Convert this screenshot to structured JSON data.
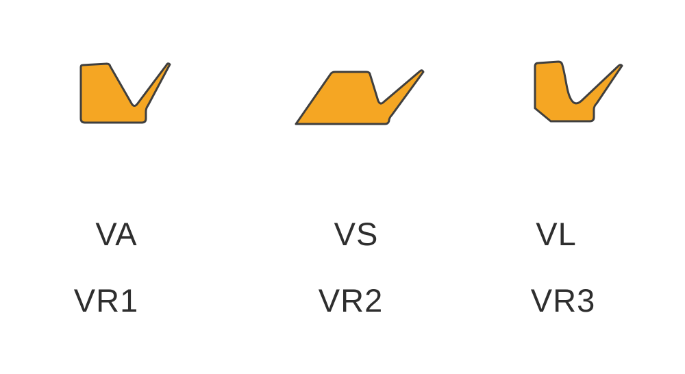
{
  "palette": {
    "profile_fill": "#f5a623",
    "profile_stroke": "#3f3f3f",
    "text_color": "#2e2e2e",
    "page_background": "#ffffff"
  },
  "diagram": {
    "description": "Three V-ring seal cross-section profiles with type designations",
    "profiles": [
      {
        "id": "va",
        "type_label": "VA",
        "vr_label": "VR1",
        "icon": "va-seal-profile-icon"
      },
      {
        "id": "vs",
        "type_label": "VS",
        "vr_label": "VR2",
        "icon": "vs-seal-profile-icon"
      },
      {
        "id": "vl",
        "type_label": "VL",
        "vr_label": "VR3",
        "icon": "vl-seal-profile-icon"
      }
    ]
  }
}
